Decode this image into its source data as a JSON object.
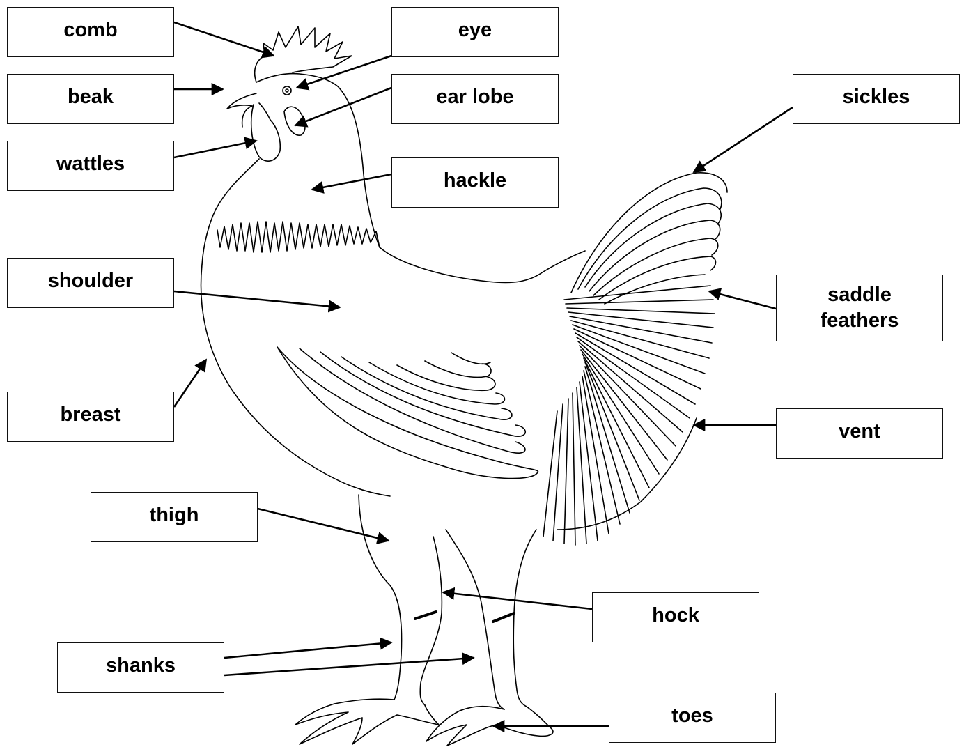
{
  "diagram": {
    "labels": {
      "comb": "comb",
      "eye": "eye",
      "beak": "beak",
      "ear_lobe": "ear lobe",
      "sickles": "sickles",
      "wattles": "wattles",
      "hackle": "hackle",
      "shoulder": "shoulder",
      "saddle_feathers_line1": "saddle",
      "saddle_feathers_line2": "feathers",
      "breast": "breast",
      "vent": "vent",
      "thigh": "thigh",
      "hock": "hock",
      "shanks": "shanks",
      "toes": "toes"
    }
  }
}
